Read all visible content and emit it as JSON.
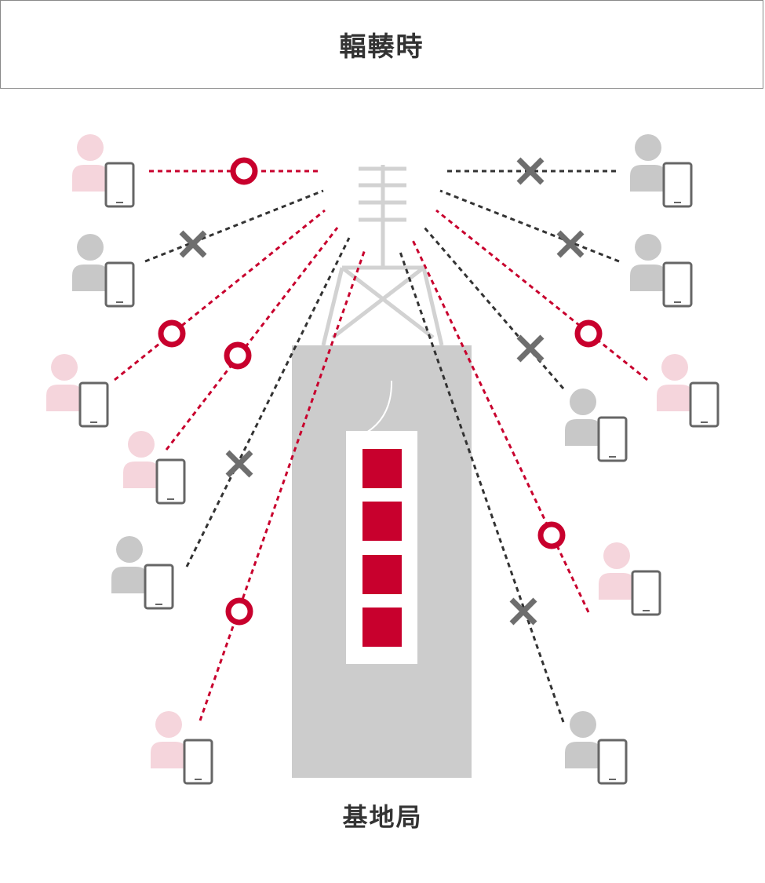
{
  "title": "輻輳時",
  "station_label": "基地局",
  "colors": {
    "connected_line": "#c8002d",
    "blocked_line": "#333333",
    "connected_person": "#f5d5dc",
    "blocked_person": "#c8c8c8",
    "phone": "#666666",
    "cross": "#6e6e6e",
    "circle": "#c8002d",
    "building": "#cccccc",
    "tower": "#d2d2d2",
    "equipment_panel": "#ffffff",
    "equipment_block": "#c8002d",
    "border": "#8a8a8a"
  },
  "legend": {
    "connected_symbol": "circle-icon",
    "blocked_symbol": "cross-icon"
  },
  "users": [
    {
      "id": "left-1",
      "status": "connected"
    },
    {
      "id": "left-2",
      "status": "blocked"
    },
    {
      "id": "left-3",
      "status": "connected"
    },
    {
      "id": "left-4",
      "status": "connected"
    },
    {
      "id": "left-5",
      "status": "blocked"
    },
    {
      "id": "left-6",
      "status": "connected"
    },
    {
      "id": "right-1",
      "status": "blocked"
    },
    {
      "id": "right-2",
      "status": "blocked"
    },
    {
      "id": "right-3",
      "status": "connected"
    },
    {
      "id": "right-4",
      "status": "blocked"
    },
    {
      "id": "right-5",
      "status": "connected"
    },
    {
      "id": "right-6",
      "status": "blocked"
    }
  ],
  "equipment_blocks": 4
}
